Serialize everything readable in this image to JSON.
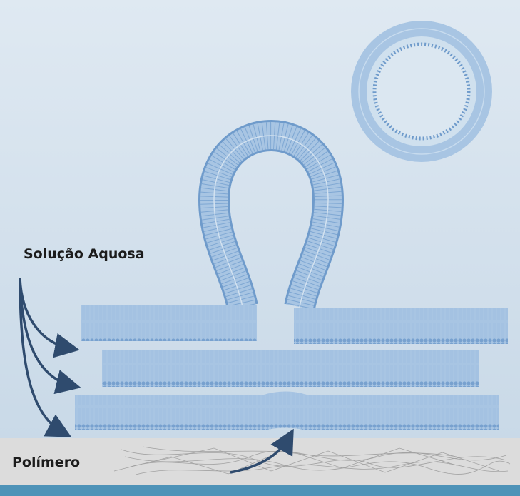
{
  "labels": {
    "aqueous_solution": "Solução Aquosa",
    "polymer": "Polímero"
  },
  "colors": {
    "background_top": "#dbe7f1",
    "background_bottom": "#c7d8e6",
    "membrane": "#7ea7d3",
    "membrane_head": "#6f9bcb",
    "arrow": "#2f4b6e",
    "polymer_layer": "#dcdcdc",
    "polymer_fibers": "#9c9c9c",
    "substrate": "#4e93b8",
    "label_text": "#1c1c1c"
  },
  "elements": {
    "membranes": [
      "bilayer-top-left",
      "bilayer-top-right",
      "bilayer-middle",
      "bilayer-bottom"
    ],
    "vesicle_budding": "budding-loop",
    "vesicle": "free-vesicle"
  }
}
